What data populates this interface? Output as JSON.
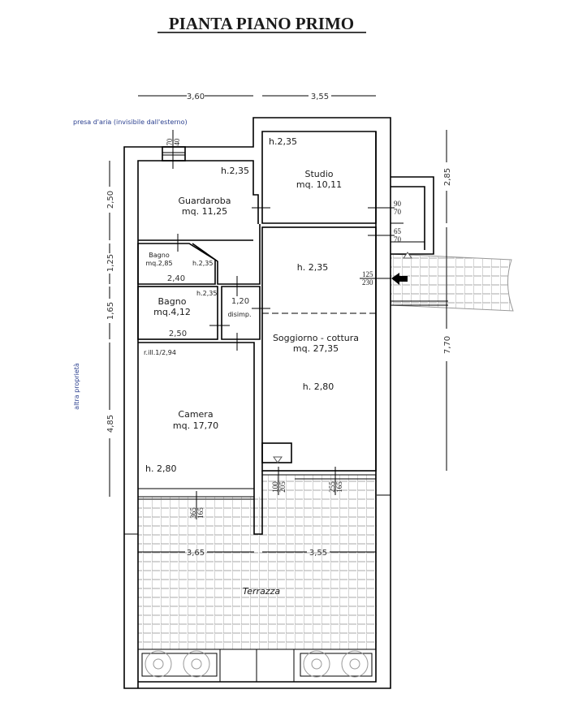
{
  "title": "PIANTA PIANO PRIMO",
  "notes": {
    "air_intake": "presa d'aria (invisibile dall'esterno)",
    "neighbor": "altra proprietà",
    "light_ratio": "r.ill.1/2,94",
    "terrace": "Terrazza"
  },
  "dimensions": {
    "top_left": "3,60",
    "top_right": "3,55",
    "bottom_left": "3,65",
    "bottom_right": "3,55",
    "left": [
      "2,50",
      "1,25",
      "1,65",
      "4,85"
    ],
    "right": [
      "2,85",
      "7,70"
    ],
    "bagno_small_width": "2,40",
    "bagno_width": "2,50",
    "disimp_width": "1,20"
  },
  "rooms": {
    "guardaroba": {
      "name": "Guardaroba",
      "area": "mq. 11,25",
      "height": "h.2,35"
    },
    "studio": {
      "name": "Studio",
      "area": "mq. 10,11",
      "height": "h.2,35"
    },
    "bagno_small": {
      "name": "Bagno",
      "area": "mq.2,85",
      "height": "h.2,35"
    },
    "bagno": {
      "name": "Bagno",
      "area": "mq.4,12",
      "height": "h.2,35"
    },
    "disimp": {
      "name": "disimp."
    },
    "soggiorno": {
      "name": "Soggiorno - cottura",
      "area": "mq. 27,35",
      "height_top": "h. 2,35",
      "height": "h. 2,80"
    },
    "camera": {
      "name": "Camera",
      "area": "mq. 17,70",
      "height": "h. 2,80"
    }
  },
  "openings": {
    "air": [
      "70",
      "40"
    ],
    "studio_window": [
      "90",
      "70"
    ],
    "soggiorno_window": [
      "65",
      "70"
    ],
    "entrance": [
      "125",
      "230"
    ],
    "kitchen_door": [
      "100",
      "205"
    ],
    "soggiorno_door": [
      "255",
      "165"
    ],
    "camera_door": [
      "365",
      "165"
    ]
  }
}
